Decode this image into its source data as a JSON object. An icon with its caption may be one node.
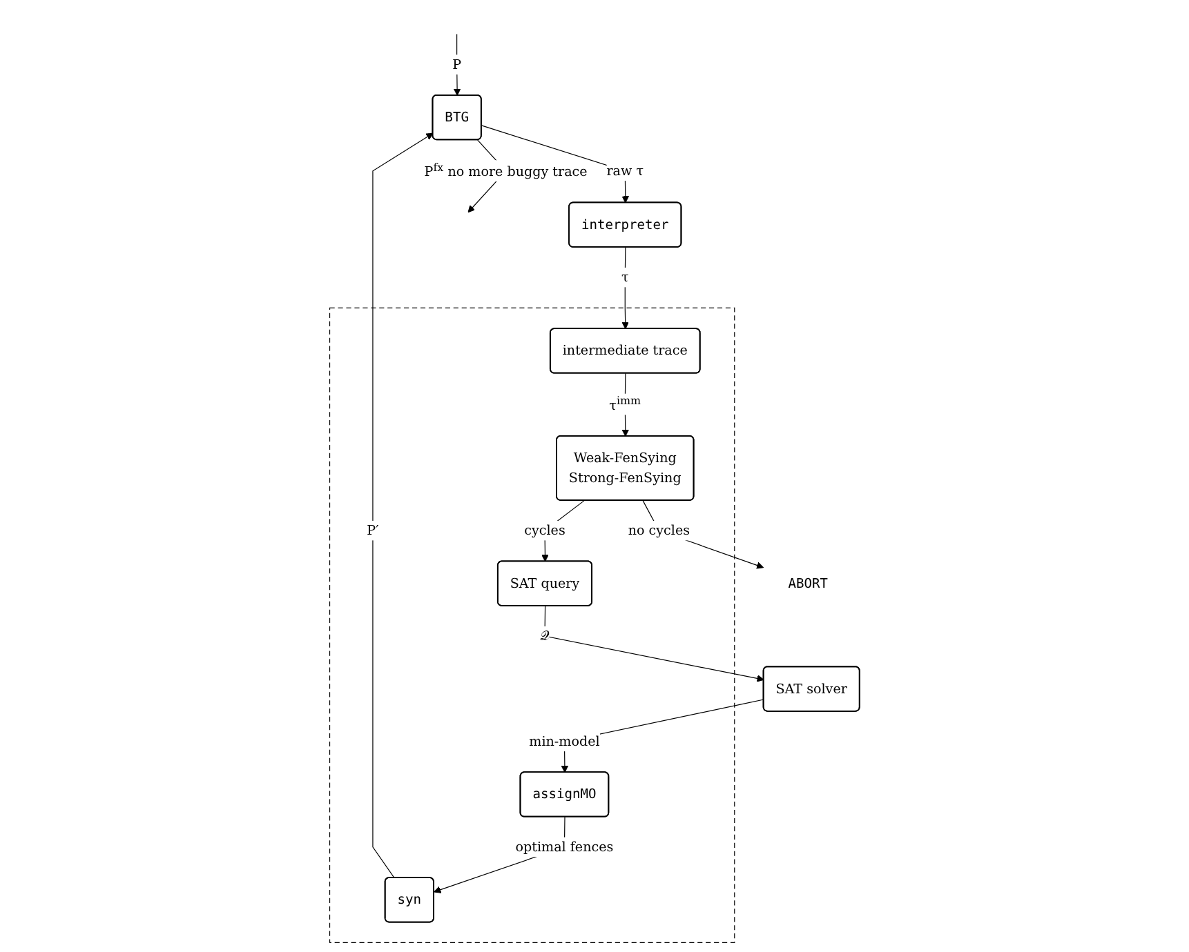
{
  "diagram": {
    "nodes": [
      {
        "text": [
          "BTG"
        ]
      },
      {
        "text": [
          "interpreter"
        ]
      },
      {
        "text": [],
        "shape": "box"
      },
      {
        "text": [
          "intermediate trace"
        ],
        "in": 2
      },
      {
        "text": [
          "Weak-FenSying",
          "Strong-FenSying"
        ],
        "in": 2
      },
      {
        "text": [
          "SAT query"
        ],
        "in": 2
      },
      {
        "text": [
          "syn"
        ],
        "in": 2
      },
      {
        "text": [
          "assignMO"
        ],
        "in": 2
      },
      {
        "text": [
          "ABORT"
        ]
      },
      {
        "text": [
          "SAT solver"
        ]
      }
    ],
    "edges": [
      {
        "from": null,
        "to": 0,
        "arrow": "to",
        "label": "P"
      },
      {
        "from": 0,
        "to": null,
        "arrow": "to",
        "label": "P$^{fx}$ no more buggy trace"
      },
      {
        "from": 0,
        "to": 1,
        "arrow": "to",
        "label": "raw τ"
      },
      {
        "from": 1,
        "to": 3,
        "arrow": "to",
        "label": "τ"
      },
      {
        "from": 3,
        "to": 4,
        "arrow": "to",
        "label": "τ$^{imm}$"
      },
      {
        "from": 4,
        "to": 5,
        "arrow": "to",
        "label": "cycles"
      },
      {
        "from": 4,
        "to": 8,
        "arrow": "to",
        "label": "no cycles"
      },
      {
        "from": 5,
        "to": 9,
        "arrow": "to",
        "label": "𝒬"
      },
      {
        "from": 9,
        "to": 7,
        "arrow": "to",
        "label": "min-model"
      },
      {
        "from": 7,
        "to": 6,
        "arrow": "to",
        "label": "optimal fences"
      },
      {
        "from": 6,
        "to": 0,
        "arrow": "to",
        "label": "P′"
      }
    ]
  }
}
